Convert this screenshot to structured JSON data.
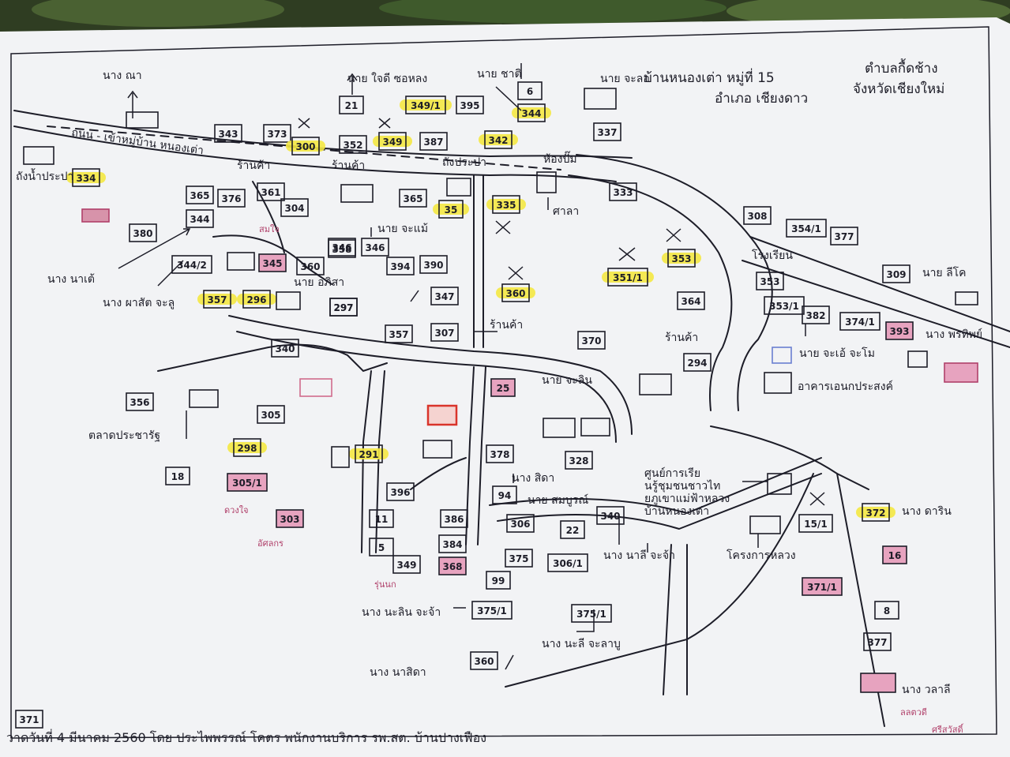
{
  "map": {
    "title_line1": "บ้านหนองเต่า หมู่ที่ 15",
    "title_line2": "อำเภอ เชียงดาว",
    "title_right1": "ตำบลกื้ดช้าง",
    "title_right2": "จังหวัดเชียงใหม่",
    "road_label": "ถนน - เข้าหมู่บ้าน หนองเต่า",
    "footer": "วาดวันที่ 4 มีนาคม 2560 โดย ประไพพรรณ์ โคตร พนักงานบริการ รพ.สต. บ้านปางเฟือง"
  },
  "colors": {
    "paper": "#f3f4f6",
    "ink": "#1d1d28",
    "highlight_yellow": "#f4e842",
    "pink_fill": "#e7a3bf",
    "pink_ink": "#b0406a",
    "red_outline": "#d9342b"
  },
  "landmarks": [
    {
      "id": "store-1",
      "text": "ร้านค้า"
    },
    {
      "id": "store-2",
      "text": "ร้านค้า"
    },
    {
      "id": "store-3",
      "text": "ร้านค้า"
    },
    {
      "id": "store-4",
      "text": "ร้านค้า"
    },
    {
      "id": "water-tank",
      "text": "ถังน้ำประปา"
    },
    {
      "id": "water-tower",
      "text": "ถังประปา"
    },
    {
      "id": "pavilion",
      "text": "ศาลา"
    },
    {
      "id": "pump-shed",
      "text": "ห้องปั๊ม"
    },
    {
      "id": "learning-center",
      "text": "ศูนย์การเรียนรู้ชุมชนชาวไทยภูเขาแม่ฟ้าหลวง บ้านหนองเต่า"
    },
    {
      "id": "royal-project",
      "text": "โครงการหลวง"
    },
    {
      "id": "church",
      "text": "อาคารเอนกประสงค์"
    },
    {
      "id": "school-bldg",
      "text": "โรงเรียน"
    },
    {
      "id": "person-1",
      "text": "นาง นาเต้"
    },
    {
      "id": "person-2",
      "text": "นาง ผาสัต จะลู"
    },
    {
      "id": "person-3",
      "text": "นาย อภิสา"
    },
    {
      "id": "person-4",
      "text": "นาย จะแม้"
    },
    {
      "id": "person-5",
      "text": "นาย ใจดี ซอหลง"
    },
    {
      "id": "person-6",
      "text": "นาย จะลอ"
    },
    {
      "id": "person-7",
      "text": "นาย จะเอ้ จะโม"
    },
    {
      "id": "person-8",
      "text": "นาง พรทิพย์"
    },
    {
      "id": "person-9",
      "text": "ตลาดประชารัฐ"
    },
    {
      "id": "person-10",
      "text": "นาง นะลิน จะจ้า"
    },
    {
      "id": "person-11",
      "text": "นาง นาสิดา"
    },
    {
      "id": "person-12",
      "text": "นาย สมบูรณ์"
    },
    {
      "id": "person-13",
      "text": "นาง นาลี จะจ้า"
    },
    {
      "id": "person-14",
      "text": "นาง นะลี จะลาบู"
    },
    {
      "id": "person-15",
      "text": "นาง วลาลี"
    },
    {
      "id": "person-16",
      "text": "นาง ดาริน"
    },
    {
      "id": "person-17",
      "text": "นาย ลีโค"
    },
    {
      "id": "person-18",
      "text": "นาง สิดา"
    },
    {
      "id": "person-19",
      "text": "นาง ณา"
    },
    {
      "id": "person-20",
      "text": "นาย ชาติ"
    },
    {
      "id": "person-21",
      "text": "นาย จะลิน"
    }
  ],
  "houses": [
    {
      "n": "343",
      "hl": "none"
    },
    {
      "n": "373",
      "hl": "none"
    },
    {
      "n": "300",
      "hl": "yellow"
    },
    {
      "n": "352",
      "hl": "none"
    },
    {
      "n": "349",
      "hl": "yellow"
    },
    {
      "n": "387",
      "hl": "none"
    },
    {
      "n": "342",
      "hl": "yellow"
    },
    {
      "n": "21",
      "hl": "none"
    },
    {
      "n": "349/1",
      "hl": "yellow"
    },
    {
      "n": "395",
      "hl": "none"
    },
    {
      "n": "6",
      "hl": "none"
    },
    {
      "n": "344",
      "hl": "yellow"
    },
    {
      "n": "337",
      "hl": "none"
    },
    {
      "n": "334",
      "hl": "yellow"
    },
    {
      "n": "380",
      "hl": "none"
    },
    {
      "n": "365",
      "hl": "none"
    },
    {
      "n": "376",
      "hl": "none"
    },
    {
      "n": "361",
      "hl": "none"
    },
    {
      "n": "344",
      "hl": "none"
    },
    {
      "n": "304",
      "hl": "none"
    },
    {
      "n": "346",
      "hl": "none"
    },
    {
      "n": "365",
      "hl": "none"
    },
    {
      "n": "35",
      "hl": "yellow"
    },
    {
      "n": "335",
      "hl": "yellow"
    },
    {
      "n": "333",
      "hl": "none"
    },
    {
      "n": "344/2",
      "hl": "none"
    },
    {
      "n": "345",
      "hl": "pink"
    },
    {
      "n": "360",
      "hl": "none"
    },
    {
      "n": "346",
      "hl": "none"
    },
    {
      "n": "358",
      "hl": "none"
    },
    {
      "n": "394",
      "hl": "none"
    },
    {
      "n": "390",
      "hl": "none"
    },
    {
      "n": "347",
      "hl": "none"
    },
    {
      "n": "353",
      "hl": "yellow"
    },
    {
      "n": "357",
      "hl": "yellow"
    },
    {
      "n": "296",
      "hl": "yellow"
    },
    {
      "n": "297",
      "hl": "none"
    },
    {
      "n": "297",
      "hl": "none"
    },
    {
      "n": "360",
      "hl": "yellow"
    },
    {
      "n": "351/1",
      "hl": "yellow"
    },
    {
      "n": "357",
      "hl": "none"
    },
    {
      "n": "307",
      "hl": "none"
    },
    {
      "n": "370",
      "hl": "none"
    },
    {
      "n": "364",
      "hl": "none"
    },
    {
      "n": "308",
      "hl": "none"
    },
    {
      "n": "354/1",
      "hl": "none"
    },
    {
      "n": "377",
      "hl": "none"
    },
    {
      "n": "309",
      "hl": "none"
    },
    {
      "n": "353",
      "hl": "none"
    },
    {
      "n": "353/1",
      "hl": "none"
    },
    {
      "n": "382",
      "hl": "none"
    },
    {
      "n": "374/1",
      "hl": "none"
    },
    {
      "n": "393",
      "hl": "pink"
    },
    {
      "n": "340",
      "hl": "none"
    },
    {
      "n": "294",
      "hl": "none"
    },
    {
      "n": "356",
      "hl": "none"
    },
    {
      "n": "305",
      "hl": "none"
    },
    {
      "n": "298",
      "hl": "yellow"
    },
    {
      "n": "25",
      "hl": "pink"
    },
    {
      "n": "378",
      "hl": "none"
    },
    {
      "n": "18",
      "hl": "none"
    },
    {
      "n": "305/1",
      "hl": "pink"
    },
    {
      "n": "303",
      "hl": "pink"
    },
    {
      "n": "291",
      "hl": "yellow"
    },
    {
      "n": "396",
      "hl": "none"
    },
    {
      "n": "328",
      "hl": "none"
    },
    {
      "n": "94",
      "hl": "none"
    },
    {
      "n": "11",
      "hl": "none"
    },
    {
      "n": "386",
      "hl": "none"
    },
    {
      "n": "306",
      "hl": "none"
    },
    {
      "n": "22",
      "hl": "none"
    },
    {
      "n": "340",
      "hl": "none"
    },
    {
      "n": "384",
      "hl": "none"
    },
    {
      "n": "5",
      "hl": "none"
    },
    {
      "n": "349",
      "hl": "none"
    },
    {
      "n": "368",
      "hl": "pink"
    },
    {
      "n": "375",
      "hl": "none"
    },
    {
      "n": "306/1",
      "hl": "none"
    },
    {
      "n": "99",
      "hl": "none"
    },
    {
      "n": "375/1",
      "hl": "none"
    },
    {
      "n": "375/1",
      "hl": "none"
    },
    {
      "n": "360",
      "hl": "none"
    },
    {
      "n": "15/1",
      "hl": "none"
    },
    {
      "n": "372",
      "hl": "yellow"
    },
    {
      "n": "16",
      "hl": "pink"
    },
    {
      "n": "371/1",
      "hl": "pink"
    },
    {
      "n": "8",
      "hl": "none"
    },
    {
      "n": "377",
      "hl": "none"
    },
    {
      "n": "371",
      "hl": "none"
    }
  ],
  "notes": [
    {
      "text": "ลลตวดี"
    },
    {
      "text": "ศรีสวัสดิ์"
    },
    {
      "text": "สมใจ"
    },
    {
      "text": "อัศลกร"
    },
    {
      "text": "รุ่นนก"
    },
    {
      "text": "ดวงใจ"
    }
  ]
}
